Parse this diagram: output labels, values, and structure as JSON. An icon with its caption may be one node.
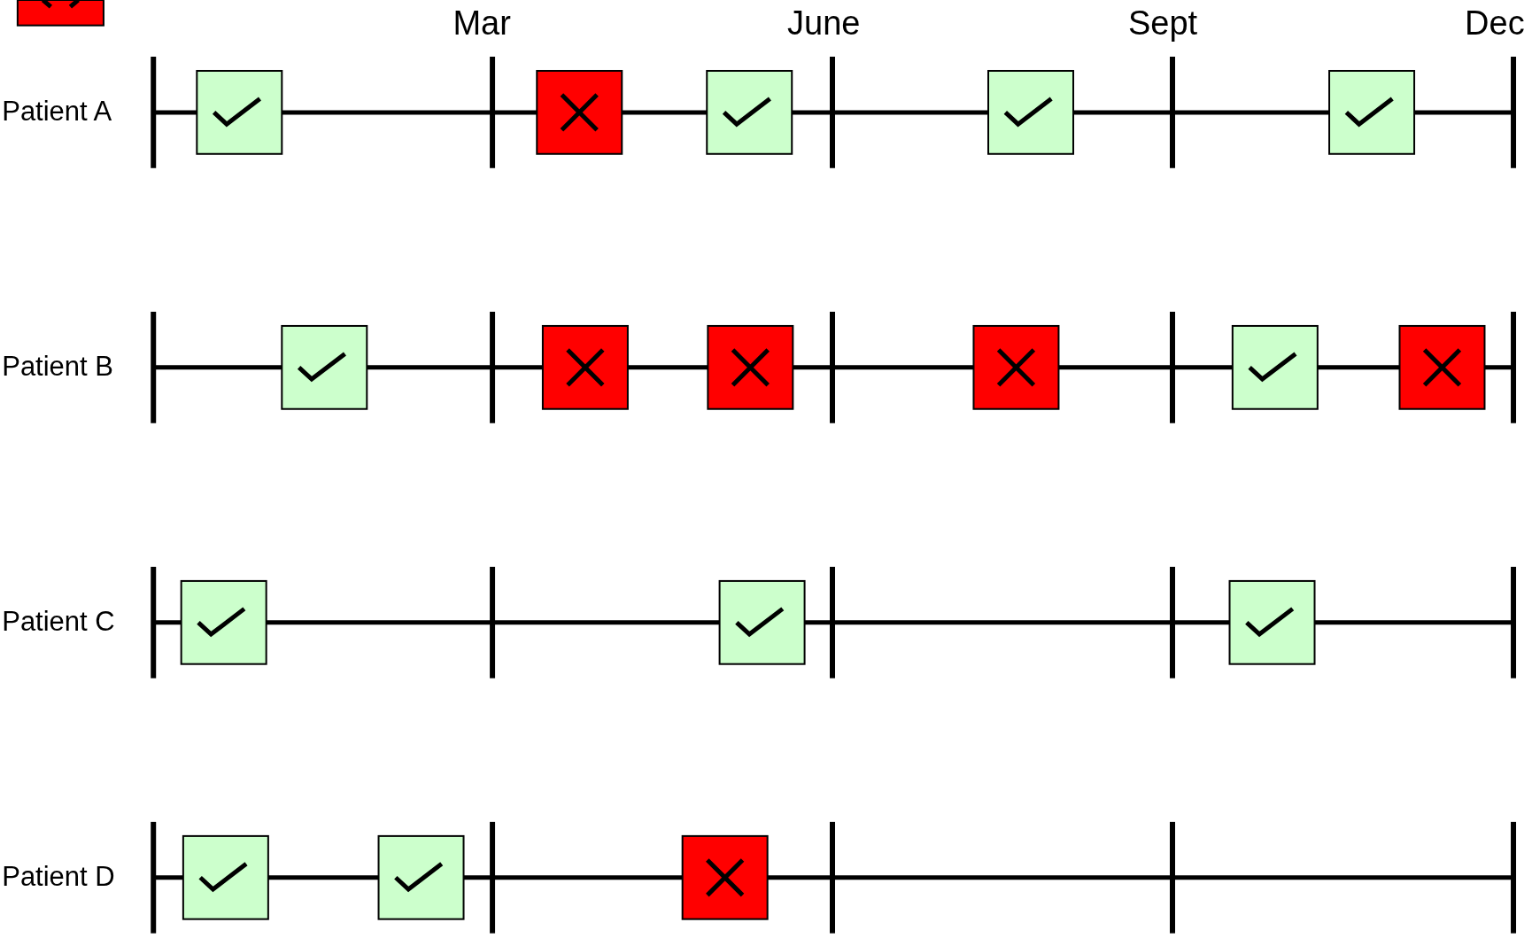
{
  "diagram": {
    "labels": [
      "Mar",
      "June",
      "Sept",
      "Dec",
      "Patient A",
      "Patient B",
      "Patient C",
      "Patient D"
    ]
  }
}
